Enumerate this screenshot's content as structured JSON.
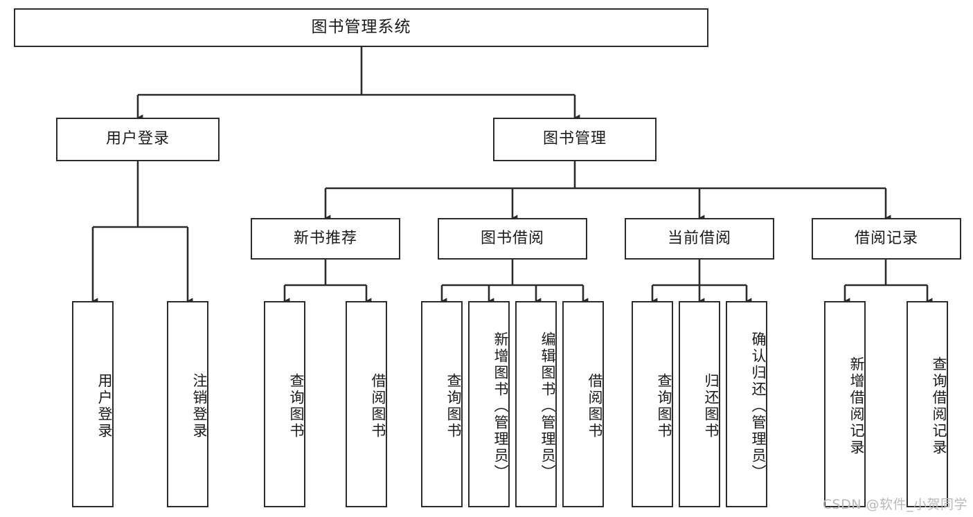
{
  "diagram": {
    "type": "tree",
    "title": "图书管理系统",
    "watermark": "CSDN @软件_小贺同学",
    "colors": {
      "box_border": "#2b2b2b",
      "box_fill": "#ffffff",
      "connector": "#2b2b2b",
      "text": "#1a1a1a",
      "watermark": "#b9b9b9"
    },
    "nodes": {
      "root": {
        "label": "图书管理系统"
      },
      "level2": [
        {
          "label": "用户登录"
        },
        {
          "label": "图书管理"
        }
      ],
      "level3": [
        {
          "label": "新书推荐"
        },
        {
          "label": "图书借阅"
        },
        {
          "label": "当前借阅"
        },
        {
          "label": "借阅记录"
        }
      ],
      "leaves": {
        "user_login": [
          {
            "label": "用户登录"
          },
          {
            "label": "注销登录"
          }
        ],
        "new_books": [
          {
            "label": "查询图书"
          },
          {
            "label": "借阅图书"
          }
        ],
        "borrow_books": [
          {
            "label": "查询图书"
          },
          {
            "label": "新增图书（管理员）"
          },
          {
            "label": "编辑图书（管理员）"
          },
          {
            "label": "借阅图书"
          }
        ],
        "current_borrow": [
          {
            "label": "查询图书"
          },
          {
            "label": "归还图书"
          },
          {
            "label": "确认归还（管理员）"
          }
        ],
        "borrow_records": [
          {
            "label": "新增借阅记录"
          },
          {
            "label": "查询借阅记录"
          }
        ]
      }
    }
  }
}
